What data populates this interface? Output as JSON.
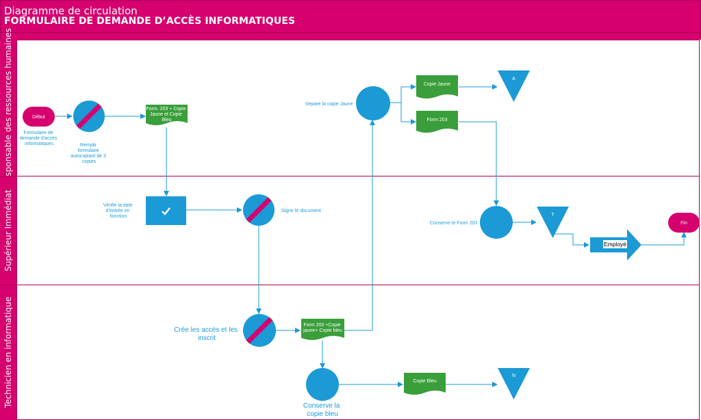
{
  "header": {
    "subtitle": "Diagramme de circulation",
    "title": "FORMULAIRE DE DEMANDE D’ACCÈS INFORMATIQUES"
  },
  "lanes": [
    {
      "label": "Responsable des ressources humaines"
    },
    {
      "label": "Supérieur Immédiat"
    },
    {
      "label": "Technicien en informatique"
    }
  ],
  "nodes": {
    "start": {
      "label": "Début"
    },
    "start_note": [
      "Formulaire de",
      "demande d'accès",
      "informatiques"
    ],
    "fill_form": {
      "caption": [
        "Remplir",
        "formulaire",
        "autocopiant de 3",
        "copies"
      ]
    },
    "doc_form_copies": {
      "label": [
        "Form. 203 + Copie",
        "Jaune et Copie",
        "Bleu"
      ]
    },
    "verify": {
      "caption": [
        "Vérifie la date",
        "d'entrée en",
        "fonction"
      ]
    },
    "sign": {
      "caption": "Signe le document"
    },
    "separate": {
      "caption": "Sépare la copie Jaune"
    },
    "doc_yellow": {
      "label": "Copie Jaune"
    },
    "file_a": {
      "label": "A"
    },
    "doc_form203": {
      "label": "Form 203"
    },
    "keep_form": {
      "caption": "Conserve le Form 203"
    },
    "file_t": {
      "label": "T"
    },
    "employee": {
      "label": "Employé"
    },
    "end": {
      "label": "Fin"
    },
    "create_access": {
      "caption": [
        "Crée les accès et les",
        "inscrit"
      ]
    },
    "doc_tech": {
      "label": [
        "Form 203 +Copie",
        "jaune+ Copie bleu"
      ]
    },
    "keep_blue": {
      "caption": [
        "Conserve la",
        "copie bleu"
      ]
    },
    "doc_blue": {
      "label": "Copie Bleu"
    },
    "file_n": {
      "label": "N"
    }
  },
  "colors": {
    "accent": "#d6006f",
    "process": "#1b9ad6",
    "document": "#3a9e3a",
    "connector": "#1b9ad6"
  }
}
